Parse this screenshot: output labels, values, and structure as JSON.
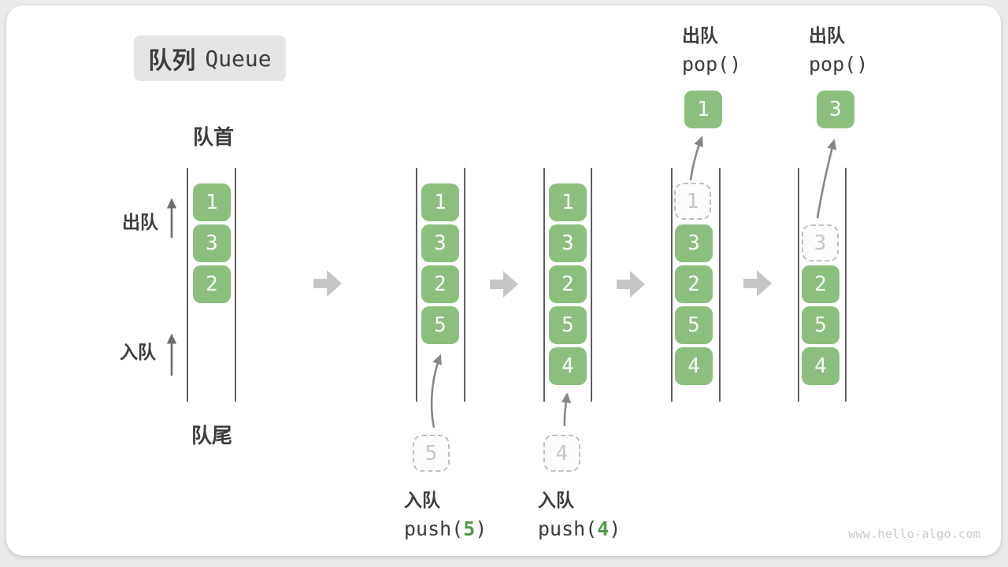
{
  "title": {
    "zh": "队列",
    "en": "Queue"
  },
  "front_label": "队首",
  "rear_label": "队尾",
  "side_labels": {
    "dequeue": "出队",
    "enqueue": "入队"
  },
  "watermark": "www.hello-algo.com",
  "colors": {
    "box_green": "#8cbf7e",
    "box_text": "#fcfcfc",
    "accent_green": "#4e9b47",
    "text_dark": "#3c3c3c",
    "badge_bg": "#e5e5e5",
    "block_arrow": "#c6c6c6",
    "curve_arrow": "#878787",
    "side_arrow": "#6e6e6e",
    "column_line": "#5f5f5f",
    "dashed_border": "#bfbfbf",
    "dashed_text": "#c6c6c6",
    "watermark_grey": "#c9c9c9",
    "page_bg": "#ebebeb",
    "card_bg": "#ffffff"
  },
  "columns": [
    {
      "cells": [
        "1",
        "3",
        "2"
      ]
    },
    {
      "cells": [
        "1",
        "3",
        "2",
        "5"
      ],
      "incoming": "5",
      "op": {
        "zh": "入队",
        "pre": "push(",
        "arg": "5",
        "post": ")"
      }
    },
    {
      "cells": [
        "1",
        "3",
        "2",
        "5",
        "4"
      ],
      "incoming": "4",
      "op": {
        "zh": "入队",
        "pre": "push(",
        "arg": "4",
        "post": ")"
      }
    },
    {
      "ghost": "1",
      "cells": [
        "3",
        "2",
        "5",
        "4"
      ],
      "popped": "1",
      "op": {
        "zh": "出队",
        "pre": "pop()",
        "arg": "",
        "post": ""
      }
    },
    {
      "ghost": "3",
      "cells": [
        "2",
        "5",
        "4"
      ],
      "popped": "3",
      "op": {
        "zh": "出队",
        "pre": "pop()",
        "arg": "",
        "post": ""
      }
    }
  ]
}
